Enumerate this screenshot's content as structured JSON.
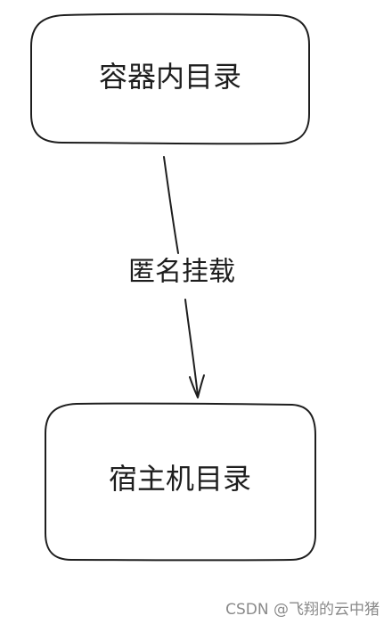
{
  "diagram": {
    "nodes": [
      {
        "id": "container-dir",
        "label": "容器内目录"
      },
      {
        "id": "host-dir",
        "label": "宿主机目录"
      }
    ],
    "edges": [
      {
        "from": "container-dir",
        "to": "host-dir",
        "label": "匿名挂载"
      }
    ],
    "colors": {
      "stroke": "#1e1e1e",
      "text": "#1e1e1e",
      "watermark": "#8a8a8a"
    }
  },
  "watermark": {
    "text": "CSDN @飞翔的云中猪"
  }
}
